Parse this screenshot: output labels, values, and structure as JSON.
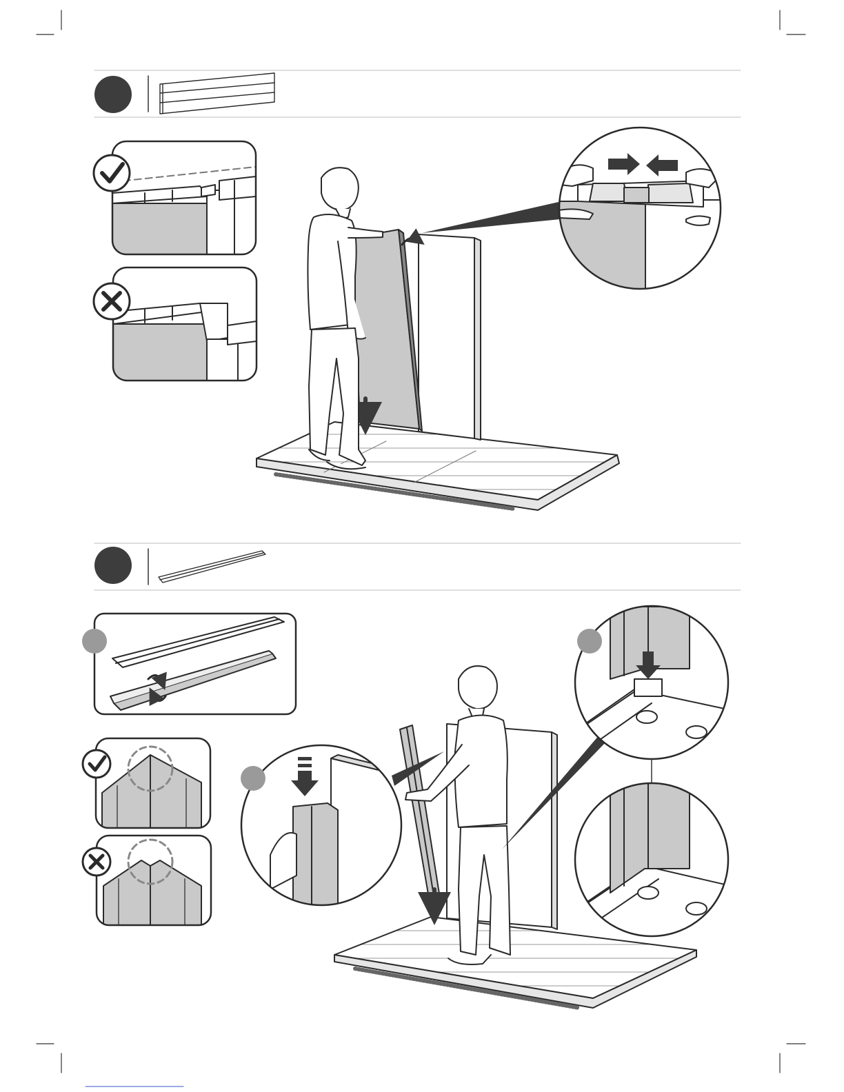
{
  "page": {
    "background": "#ffffff",
    "ink": "#2a2a2a",
    "panel_gray": "#c9c9c9",
    "dark_gray": "#4a4a4a",
    "step_badge_color": "#3d3d3d",
    "sub_badge_color": "#9a9a9a",
    "link_underline_color": "#3355cc"
  },
  "steps": [
    {
      "part_icon": "wall-panel-icon",
      "illustration": "person-placing-wall-panel-on-floor",
      "detail_ok_icon": "check-circle-icon",
      "detail_bad_icon": "x-circle-icon",
      "zoom_detail": "panel-top-joint-push-together"
    },
    {
      "part_icon": "corner-profile-icon",
      "illustration": "person-placing-corner-profile",
      "detail_ok_icon": "check-circle-icon",
      "detail_bad_icon": "x-circle-icon",
      "zoom_detail": "corner-profile-slide-down"
    }
  ]
}
